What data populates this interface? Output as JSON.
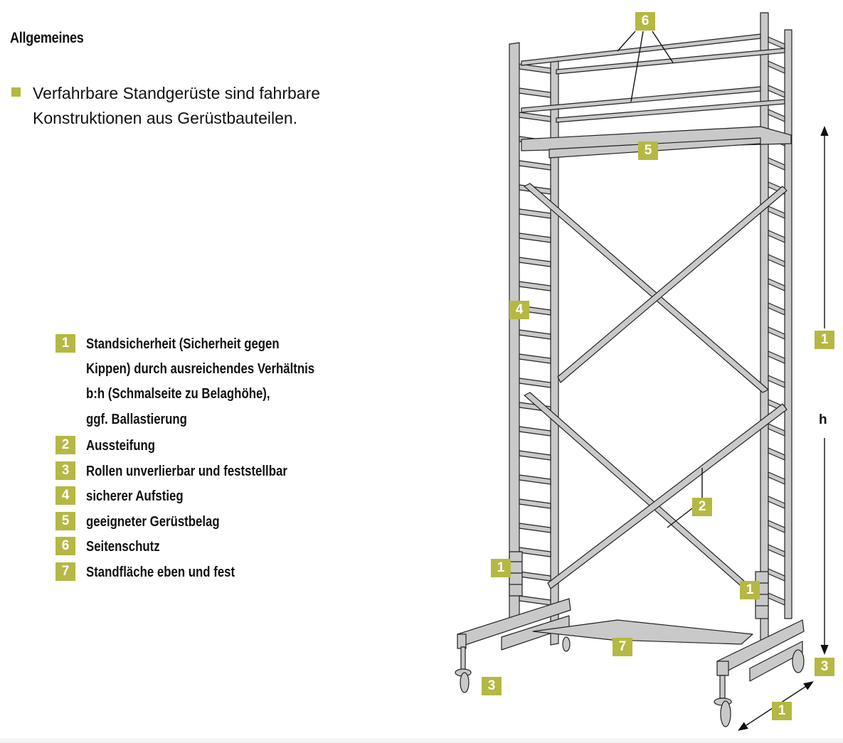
{
  "heading": "Allgemeines",
  "intro": {
    "bullet_color": "#b5b843",
    "lines": [
      "Verfahrbare Standgerüste sind fahrbare",
      "Konstruktionen aus Gerüstbauteilen."
    ]
  },
  "legend": [
    {
      "number": "1",
      "lines": [
        "Standsicherheit (Sicherheit gegen",
        "Kippen) durch ausreichendes Verhältnis",
        "b:h (Schmalseite zu Belaghöhe),",
        "ggf. Ballastierung"
      ]
    },
    {
      "number": "2",
      "lines": [
        "Aussteifung"
      ]
    },
    {
      "number": "3",
      "lines": [
        "Rollen unverlierbar und feststellbar"
      ]
    },
    {
      "number": "4",
      "lines": [
        "sicherer Aufstieg"
      ]
    },
    {
      "number": "5",
      "lines": [
        "geeigneter Gerüstbelag"
      ]
    },
    {
      "number": "6",
      "lines": [
        "Seitenschutz"
      ]
    },
    {
      "number": "7",
      "lines": [
        "Standfläche eben und fest"
      ]
    }
  ],
  "callouts": {
    "top_guardrail": "6",
    "platform": "5",
    "ladder": "4",
    "bracing": "2",
    "ballast_left": "1",
    "ballast_right": "1",
    "height_dimension": "1",
    "floor": "7",
    "castor_left": "3",
    "castor_right": "3",
    "width_dimension": "1"
  },
  "dimension_label": "h",
  "colors": {
    "accent": "#b5b843",
    "steel": "#c9c9c9",
    "outline": "#222222"
  }
}
